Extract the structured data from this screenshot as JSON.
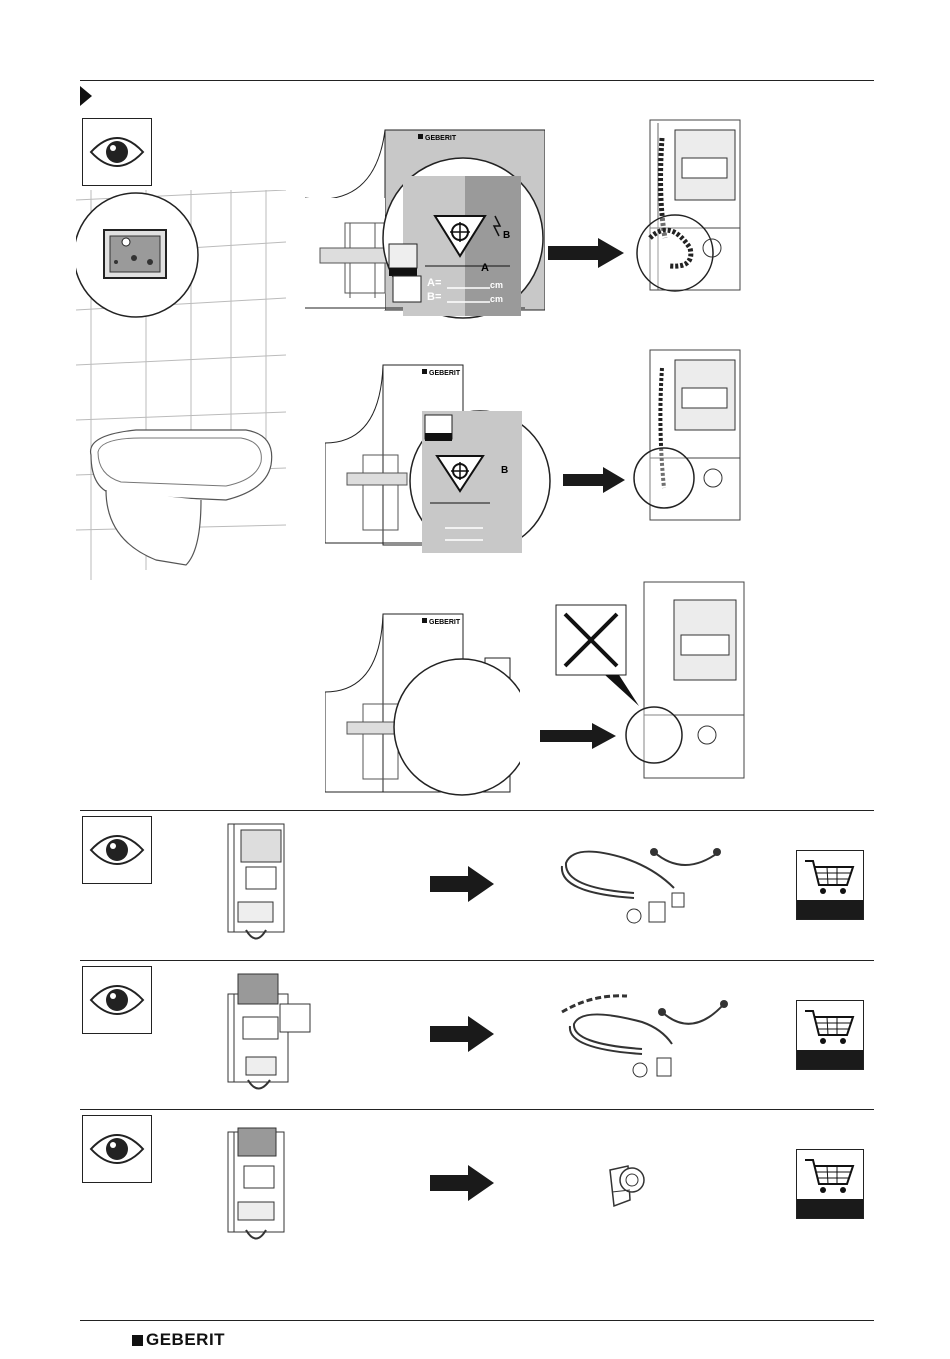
{
  "brand": {
    "logo_text": "GEBERIT",
    "small_logo_text": "GEBERIT",
    "accent_color": "#111111"
  },
  "diagram": {
    "dim_a": "A",
    "dim_b": "B",
    "field_a": "A=",
    "field_b": "B=",
    "unit_a": "cm",
    "unit_b": "cm"
  },
  "icons": {
    "step_marker": "triangle-right-icon",
    "inspect": "eye-icon",
    "order": "shopping-cart-icon",
    "next": "arrow-right-icon",
    "not_applicable": "cross-icon"
  }
}
